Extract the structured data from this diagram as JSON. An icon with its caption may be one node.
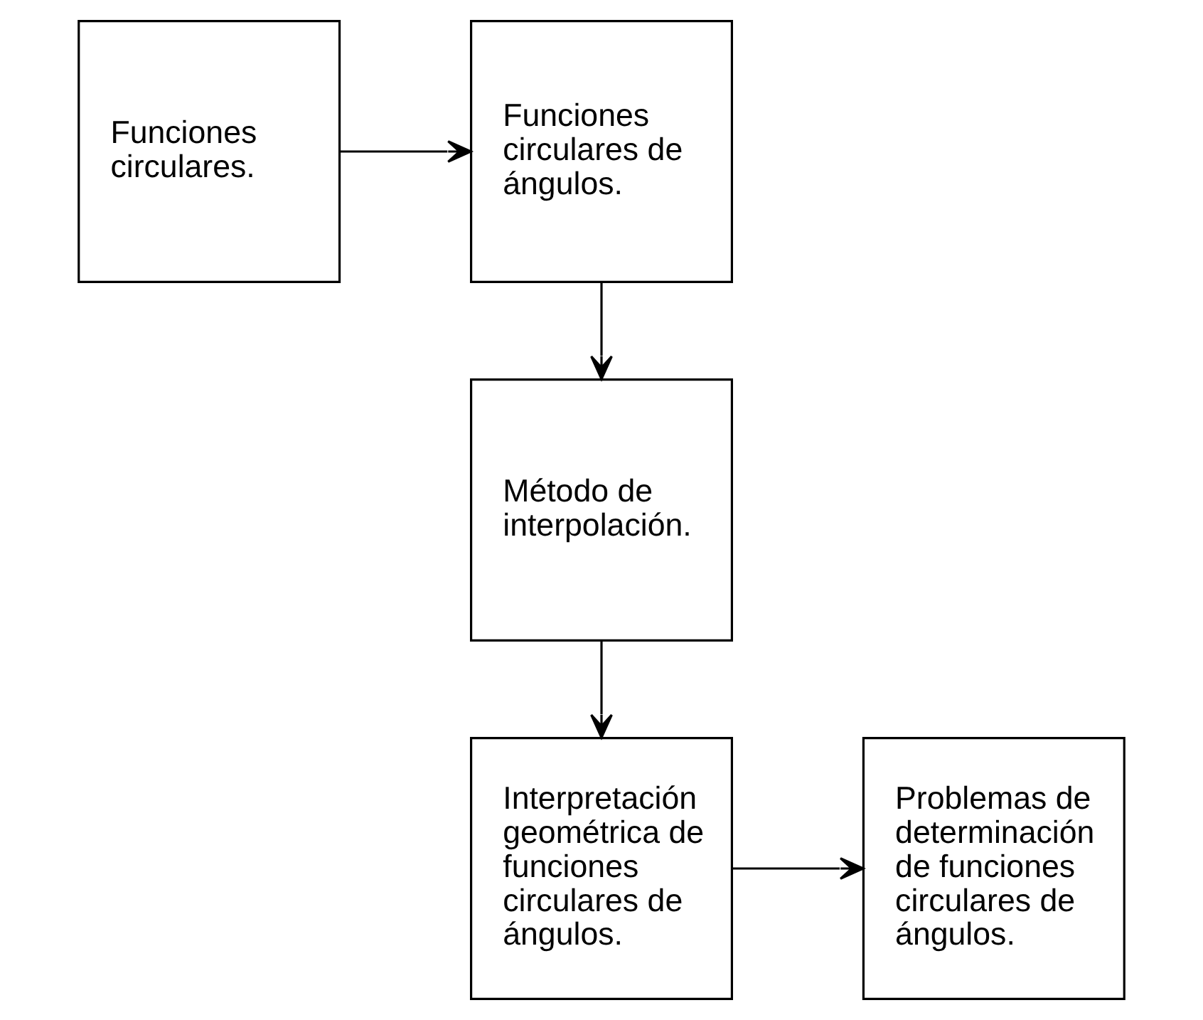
{
  "diagram": {
    "nodes": [
      {
        "text": [
          "Funciones circulares."
        ]
      },
      {
        "text": [
          "Funciones circulares de ángulos."
        ]
      },
      {
        "text": [
          "Método de interpolación."
        ]
      },
      {
        "text": [
          "Interpretación geométrica de funciones circulares de ángulos."
        ]
      },
      {
        "text": [
          "Problemas de determinación de funciones circulares de ángulos."
        ]
      }
    ],
    "edges": [
      {
        "from": 0,
        "to": 1,
        "arrow": "to"
      },
      {
        "from": 1,
        "to": 2,
        "arrow": "to"
      },
      {
        "from": 2,
        "to": 3,
        "arrow": "to"
      },
      {
        "from": 3,
        "to": 4,
        "arrow": "to"
      }
    ]
  }
}
